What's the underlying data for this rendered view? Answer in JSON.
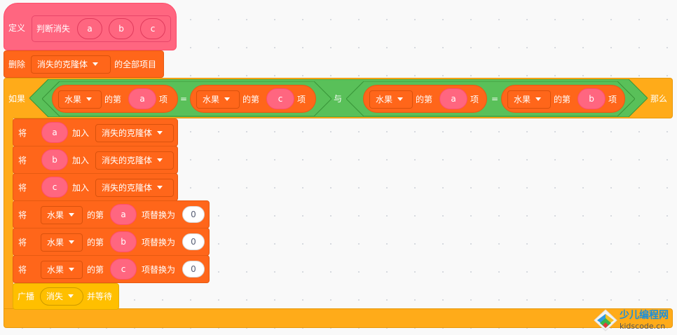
{
  "define": {
    "label": "定义",
    "name": "判断消失",
    "args": [
      "a",
      "b",
      "c"
    ]
  },
  "delete_all": {
    "label": "删除",
    "list": "消失的克隆体",
    "suffix": "的全部项目"
  },
  "if_block": {
    "label": "如果",
    "then_label": "那么",
    "and_label": "与",
    "eq_symbol": "=",
    "conditions": [
      {
        "left": {
          "list": "水果",
          "of": "的第",
          "index": "a",
          "item": "项"
        },
        "right": {
          "list": "水果",
          "of": "的第",
          "index": "c",
          "item": "项"
        }
      },
      {
        "left": {
          "list": "水果",
          "of": "的第",
          "index": "a",
          "item": "项"
        },
        "right": {
          "list": "水果",
          "of": "的第",
          "index": "b",
          "item": "项"
        }
      }
    ]
  },
  "add_blocks": [
    {
      "verb": "将",
      "value": "a",
      "action": "加入",
      "list": "消失的克隆体"
    },
    {
      "verb": "将",
      "value": "b",
      "action": "加入",
      "list": "消失的克隆体"
    },
    {
      "verb": "将",
      "value": "c",
      "action": "加入",
      "list": "消失的克隆体"
    }
  ],
  "replace_blocks": [
    {
      "verb": "将",
      "list": "水果",
      "of": "的第",
      "index": "a",
      "action": "项替换为",
      "value": "0"
    },
    {
      "verb": "将",
      "list": "水果",
      "of": "的第",
      "index": "b",
      "action": "项替换为",
      "value": "0"
    },
    {
      "verb": "将",
      "list": "水果",
      "of": "的第",
      "index": "c",
      "action": "项替换为",
      "value": "0"
    }
  ],
  "broadcast": {
    "label": "广播",
    "message": "消失",
    "suffix": "并等待"
  },
  "watermark": {
    "title": "少儿编程网",
    "url": "kidscode.cn"
  },
  "colors": {
    "define": "#ff6680",
    "list": "#ff661a",
    "control": "#ffab19",
    "operator": "#59c059",
    "event": "#ffbf00"
  }
}
